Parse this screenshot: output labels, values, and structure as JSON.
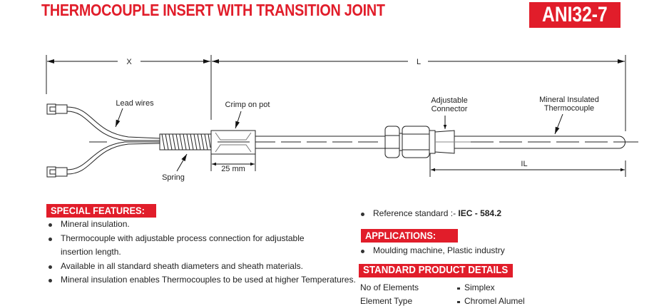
{
  "header": {
    "title": "THERMOCOUPLE INSERT WITH TRANSITION JOINT",
    "product_code": "ANI32-7",
    "accent_color": "#e11d2a"
  },
  "diagram": {
    "dimension_labels": {
      "x": "X",
      "l": "L",
      "il": "IL",
      "crimp_length": "25 mm"
    },
    "callouts": {
      "lead_wires": "Lead wires",
      "crimp_on_pot": "Crimp on pot",
      "spring": "Spring",
      "adjustable_connector_1": "Adjustable",
      "adjustable_connector_2": "Connector",
      "mi_thermocouple_1": "Mineral Insulated",
      "mi_thermocouple_2": "Thermocouple"
    }
  },
  "special_features": {
    "heading": "SPECIAL FEATURES:",
    "items": [
      "Mineral insulation.",
      "Thermocouple with adjustable process connection for adjustable insertion length.",
      "Available in all standard sheath diameters and sheath materials.",
      "Mineral insulation enables Thermocouples to be used at higher Temperatures."
    ]
  },
  "reference": {
    "label": "Reference standard :- ",
    "value": "IEC - 584.2"
  },
  "applications": {
    "heading": "APPLICATIONS:",
    "items": [
      "Moulding machine, Plastic industry"
    ]
  },
  "standard_product_details": {
    "heading": "STANDARD PRODUCT DETAILS",
    "rows": [
      {
        "label": "No of Elements",
        "value": "Simplex"
      },
      {
        "label": "Element Type",
        "value": "Chromel Alumel"
      }
    ]
  }
}
